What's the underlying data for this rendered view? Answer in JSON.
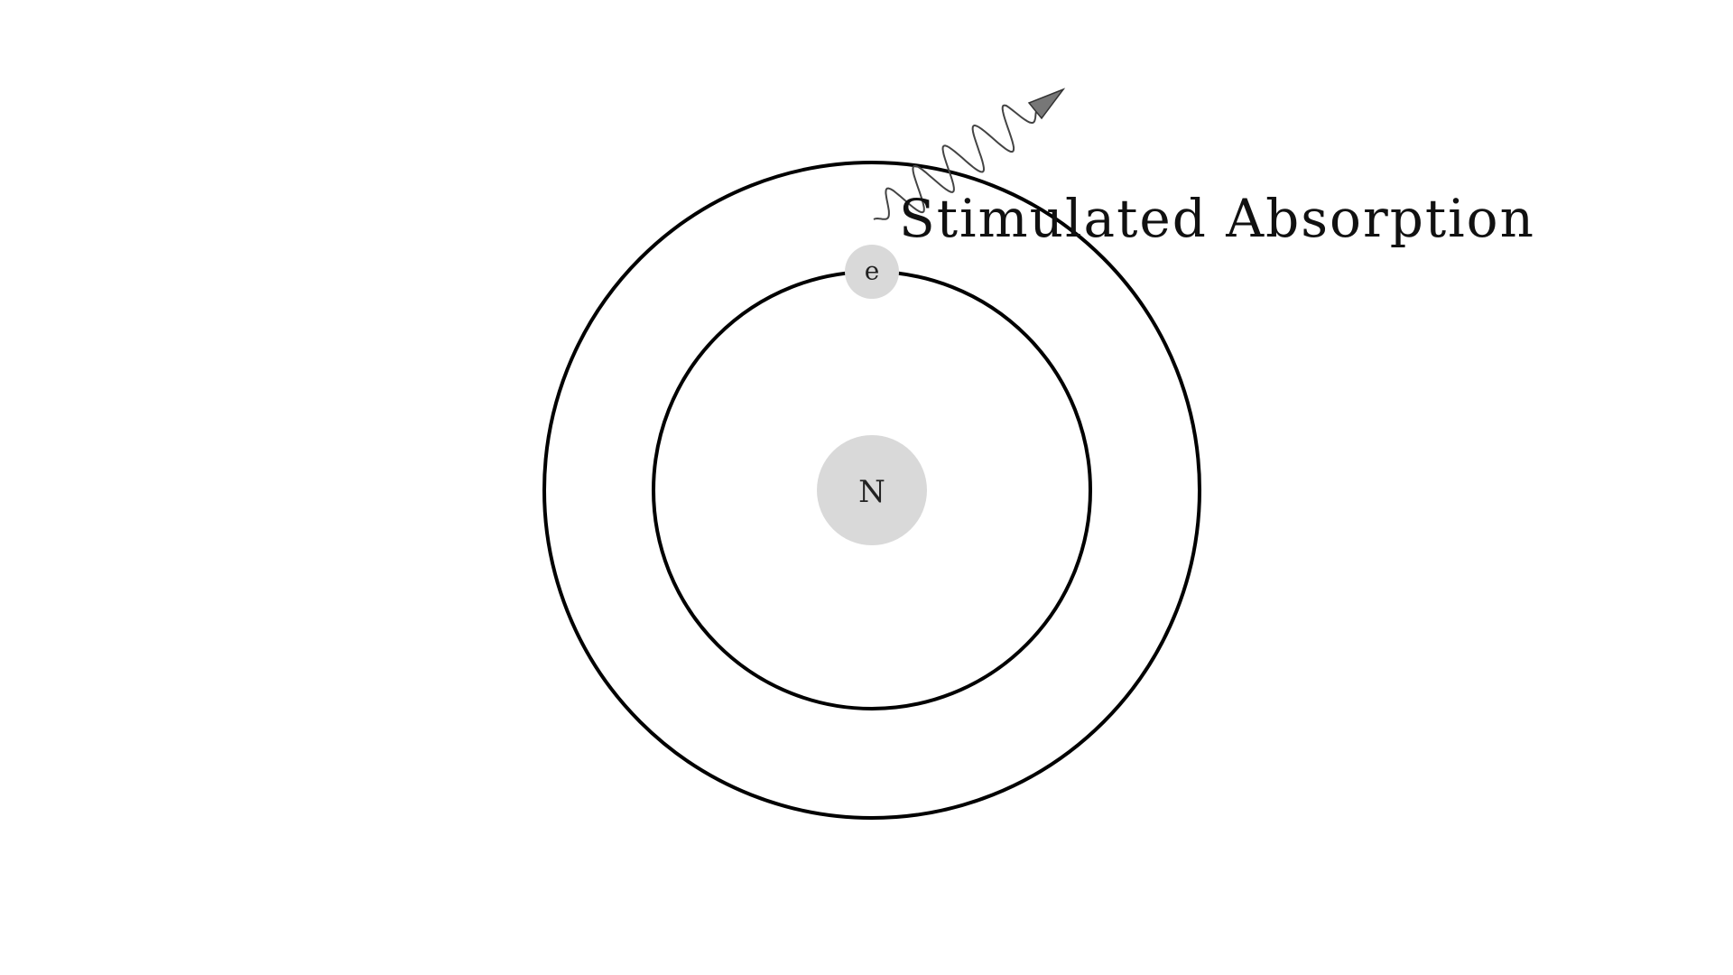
{
  "diagram": {
    "title": "Stimulated Absorption",
    "nucleus": {
      "label": "N"
    },
    "electron": {
      "label": "e"
    },
    "orbits": [
      {
        "name": "inner-orbit"
      },
      {
        "name": "outer-orbit"
      }
    ],
    "photon": {
      "direction": "outgoing"
    },
    "colors": {
      "background": "#ffffff",
      "orbit": "#000000",
      "particle_fill": "#d9d9d9",
      "photon_wave": "#444444",
      "photon_head": "#777777"
    }
  }
}
